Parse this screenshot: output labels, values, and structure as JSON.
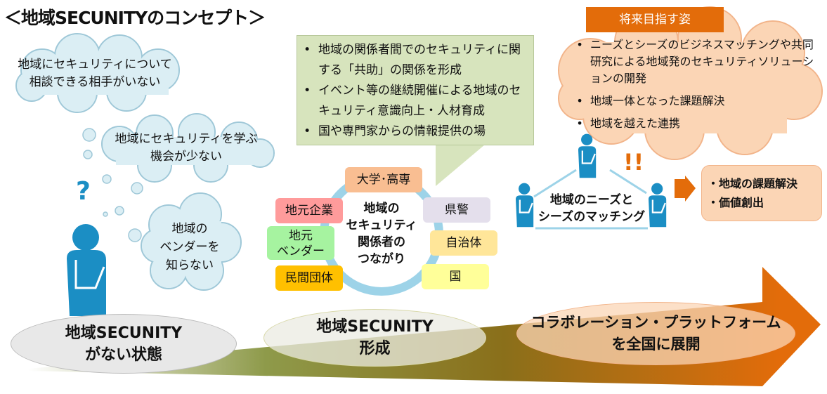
{
  "title": "＜地域SECUNITYのコンセプト＞",
  "left": {
    "clouds": [
      "地域にセキュリティについて\n相談できる相手がいない",
      "地域にセキュリティを学ぶ\n機会が少ない",
      "地域の\nベンダーを\n知らない"
    ],
    "question": "?"
  },
  "center": {
    "bullets": [
      "地域の関係者間でのセキュリティに関する「共助」の関係を形成",
      "イベント等の継続開催による地域のセキュリティ意識向上・人材育成",
      "国や専門家からの情報提供の場"
    ],
    "hub": "地域の\nセキュリティ\n関係者の\nつながり",
    "tags": {
      "univ": "大学･高専",
      "corp": "地元企業",
      "vendor": "地元\nベンダー",
      "private": "民間団体",
      "police": "県警",
      "local_gov": "自治体",
      "nation": "国"
    }
  },
  "right": {
    "future_label": "将来目指す姿",
    "future_bullets": [
      "ニーズとシーズのビジネスマッチングや共同研究による地域発のセキュリティソリューションの開発",
      "地域一体となった課題解決",
      "地域を越えた連携"
    ],
    "exclaim": "!!",
    "matching": "地域のニーズと\nシーズのマッチング",
    "results": [
      "・地域の課題解決",
      "・価値創出"
    ]
  },
  "stages": [
    "地域SECUNITY\nがない状態",
    "地域SECUNITY\n形成",
    "コラボレーション・プラットフォーム\nを全国に展開"
  ],
  "colors": {
    "person": "#1b8ec4",
    "orange": "#e36c0a",
    "green_box": "#d7e4bd",
    "cloud_blue": "#dbeef4",
    "cloud_orange": "#fbd5b5"
  }
}
